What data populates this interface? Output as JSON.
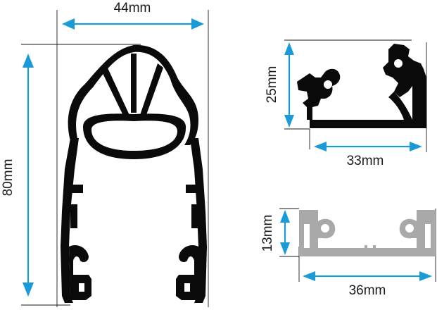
{
  "profiles": {
    "large": {
      "width_label": "44mm",
      "height_label": "80mm"
    },
    "corner": {
      "height_label": "25mm",
      "width_label": "33mm"
    },
    "flat": {
      "height_label": "13mm",
      "width_label": "36mm"
    }
  },
  "colors": {
    "dimension_arrow": "#1a9ad6",
    "dark_profile": "#0a0a0a",
    "grey_profile": "#a9a9a9",
    "text": "#1a1a1a"
  }
}
